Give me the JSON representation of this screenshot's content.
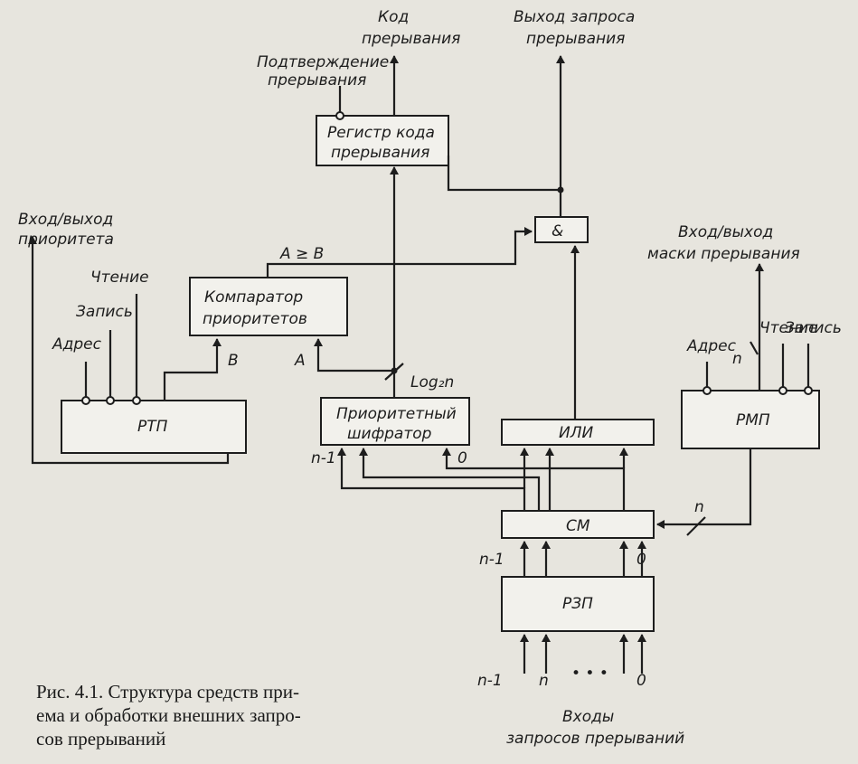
{
  "diagram": {
    "top_labels": {
      "interrupt_code": [
        "Код",
        "прерывания"
      ],
      "request_output": [
        "Выход запроса",
        "прерывания"
      ],
      "confirmation": [
        "Подтверждение",
        "прерывания"
      ]
    },
    "blocks": {
      "register_code": [
        "Регистр кода",
        "прерывания"
      ],
      "and_gate": "&",
      "comparator": [
        "Компаратор",
        "приоритетов"
      ],
      "rtp": "РТП",
      "encoder": [
        "Приоритетный",
        "шифратор"
      ],
      "or_gate": "ИЛИ",
      "rmp": "РМП",
      "adder": "СМ",
      "rzp": "РЗП"
    },
    "left_labels": {
      "io_priority": [
        "Вход/выход",
        "приоритета"
      ],
      "read": "Чтение",
      "write": "Запись",
      "address": "Адрес"
    },
    "right_labels": {
      "io_mask": [
        "Вход/выход",
        "маски прерывания"
      ],
      "read": "Чтение",
      "write": "Запись",
      "address": "Адрес",
      "n": "n"
    },
    "signals": {
      "a_ge_b": "A ≥ B",
      "b": "B",
      "a": "A",
      "log2n": "Log₂n",
      "n_minus_1": "n-1",
      "zero": "0",
      "n": "n",
      "dots": "• • •"
    },
    "bottom_labels": [
      "Входы",
      "запросов прерываний"
    ],
    "caption": [
      "Рис. 4.1. Структура средств при-",
      "ема и обработки внешних запро-",
      "сов прерываний"
    ]
  }
}
